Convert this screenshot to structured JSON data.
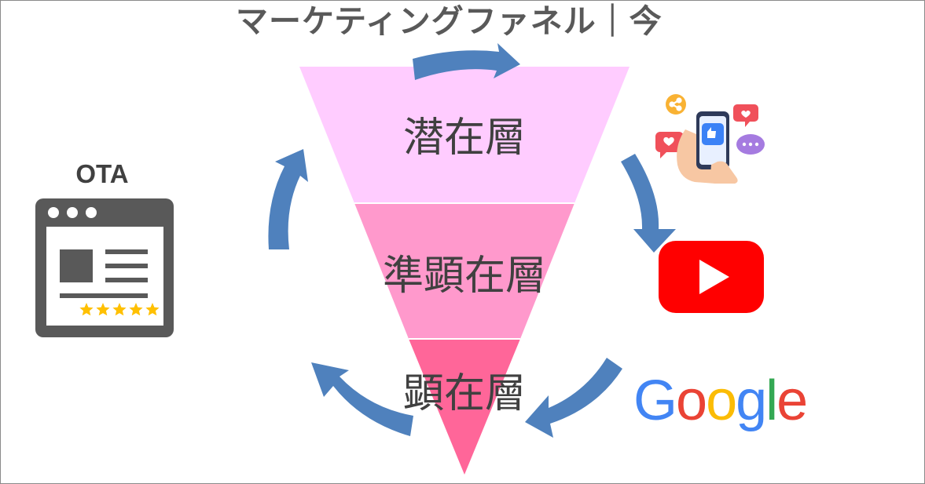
{
  "title": "マーケティングファネル｜今",
  "funnel": {
    "layers": [
      {
        "label": "潜在層",
        "color": "#FFCCFF"
      },
      {
        "label": "準顕在層",
        "color": "#FF99CC"
      },
      {
        "label": "顕在層",
        "color": "#FF6699"
      }
    ]
  },
  "channels": {
    "ota": {
      "label": "OTA",
      "icon": "ota-website-review-icon",
      "stars": 5,
      "star_color": "#FFC000"
    },
    "social": {
      "icon": "social-media-phone-icon"
    },
    "youtube": {
      "icon": "youtube-logo-icon",
      "color": "#FF0000"
    },
    "google": {
      "letters": [
        {
          "char": "G",
          "color": "#4285F4"
        },
        {
          "char": "o",
          "color": "#EA4335"
        },
        {
          "char": "o",
          "color": "#FBBC05"
        },
        {
          "char": "g",
          "color": "#4285F4"
        },
        {
          "char": "l",
          "color": "#34A853"
        },
        {
          "char": "e",
          "color": "#EA4335"
        }
      ]
    }
  },
  "colors": {
    "arrow": "#4F81BD",
    "frame_border": "#8a8a8a",
    "text": "#404040"
  }
}
